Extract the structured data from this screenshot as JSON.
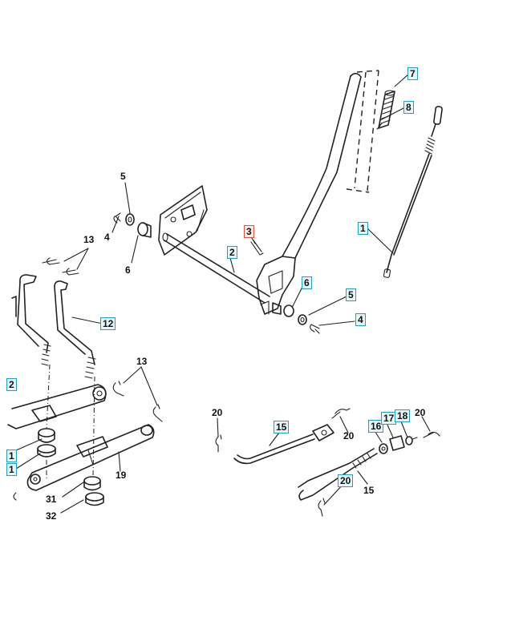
{
  "callouts": [
    {
      "id": "c7",
      "text": "7",
      "style": "boxed"
    },
    {
      "id": "c8",
      "text": "8",
      "style": "boxed"
    },
    {
      "id": "c1",
      "text": "1",
      "style": "boxed"
    },
    {
      "id": "c3",
      "text": "3",
      "style": "boxed-red"
    },
    {
      "id": "c2",
      "text": "2",
      "style": "boxed"
    },
    {
      "id": "c6a",
      "text": "6",
      "style": "boxed"
    },
    {
      "id": "c5a",
      "text": "5",
      "style": "boxed"
    },
    {
      "id": "c4a",
      "text": "4",
      "style": "boxed"
    },
    {
      "id": "c5b",
      "text": "5",
      "style": "plain"
    },
    {
      "id": "c4b",
      "text": "4",
      "style": "plain"
    },
    {
      "id": "c6b",
      "text": "6",
      "style": "plain"
    },
    {
      "id": "c13a",
      "text": "13",
      "style": "plain"
    },
    {
      "id": "c12",
      "text": "12",
      "style": "boxed"
    },
    {
      "id": "c13b",
      "text": "13",
      "style": "plain"
    },
    {
      "id": "c19",
      "text": "19",
      "style": "plain"
    },
    {
      "id": "c31",
      "text": "31",
      "style": "plain"
    },
    {
      "id": "c32",
      "text": "32",
      "style": "plain"
    },
    {
      "id": "c20a",
      "text": "20",
      "style": "plain"
    },
    {
      "id": "c15a",
      "text": "15",
      "style": "boxed"
    },
    {
      "id": "c20b",
      "text": "20",
      "style": "plain"
    },
    {
      "id": "c16",
      "text": "16",
      "style": "boxed"
    },
    {
      "id": "c17",
      "text": "17",
      "style": "boxed"
    },
    {
      "id": "c18",
      "text": "18",
      "style": "boxed"
    },
    {
      "id": "c20c",
      "text": "20",
      "style": "plain"
    },
    {
      "id": "c15b",
      "text": "15",
      "style": "plain"
    },
    {
      "id": "c20d",
      "text": "20",
      "style": "boxed"
    },
    {
      "id": "cl1",
      "text": "2",
      "style": "boxed-cut"
    },
    {
      "id": "cl2",
      "text": "1",
      "style": "boxed-cut"
    },
    {
      "id": "cl3",
      "text": "1",
      "style": "boxed-cut"
    }
  ],
  "colors": {
    "line": "#222222",
    "highlight_border": "#19a3c4",
    "highlight_fill": "#e6f7fb",
    "highlight_red": "#e2533a"
  }
}
